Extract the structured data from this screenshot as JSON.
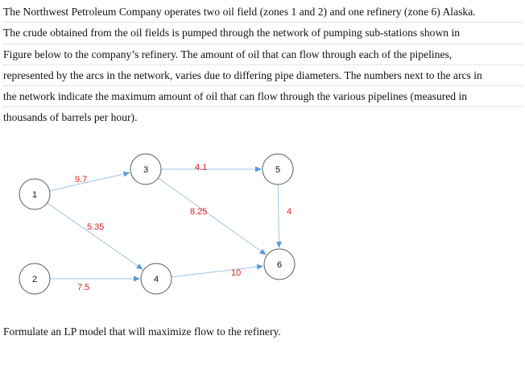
{
  "problem": {
    "lines": [
      "The Northwest Petroleum Company operates two oil field (zones 1 and 2) and one refinery (zone 6) Alaska.",
      "The crude obtained from the oil fields is pumped through the network of pumping sub-stations shown in",
      "Figure below to the company’s refinery. The amount of oil that can flow through each of the pipelines,",
      "represented by the arcs in the network, varies due to differing pipe diameters. The numbers next to the arcs in",
      "the network indicate the maximum amount of oil that can flow through the various pipelines (measured in",
      "thousands of barrels per hour)."
    ],
    "question": "Formulate an LP model that will maximize flow to the refinery."
  },
  "network": {
    "colors": {
      "edge": "#9dc3e6",
      "arrow": "#5b9bd5",
      "label": "#e02020",
      "node_stroke": "#5b5b5b"
    },
    "nodes": [
      {
        "id": "1",
        "label": "1"
      },
      {
        "id": "2",
        "label": "2"
      },
      {
        "id": "3",
        "label": "3"
      },
      {
        "id": "4",
        "label": "4"
      },
      {
        "id": "5",
        "label": "5"
      },
      {
        "id": "6",
        "label": "6"
      }
    ],
    "edges": [
      {
        "from": "1",
        "to": "3",
        "capacity": "9.7"
      },
      {
        "from": "1",
        "to": "4",
        "capacity": "5.35"
      },
      {
        "from": "2",
        "to": "4",
        "capacity": "7.5"
      },
      {
        "from": "3",
        "to": "5",
        "capacity": "4.1"
      },
      {
        "from": "3",
        "to": "6",
        "capacity": "8.25"
      },
      {
        "from": "4",
        "to": "6",
        "capacity": "10"
      },
      {
        "from": "5",
        "to": "6",
        "capacity": "4"
      }
    ]
  }
}
